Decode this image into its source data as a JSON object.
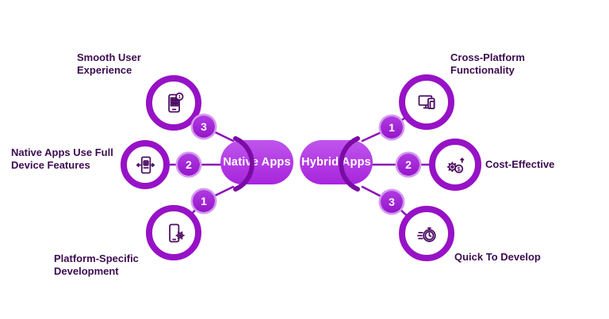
{
  "colors": {
    "accent": "#a82ae0",
    "ring": "#9712c6",
    "badge": "#a21ed3",
    "arc": "#7c0ba6",
    "line": "#8d12ba",
    "icon": "#4c0e63",
    "label": "#3c0c51"
  },
  "center": {
    "native_label": "Native Apps",
    "hybrid_label": "Hybrid Apps"
  },
  "left": [
    {
      "num": "3",
      "line1": "Smooth User",
      "line2": "Experience",
      "icon": "smartphone-apps-icon"
    },
    {
      "num": "2",
      "line1": "Native Apps Use Full",
      "line2": "Device Features",
      "icon": "phone-device-features-icon"
    },
    {
      "num": "1",
      "line1": "Platform-Specific",
      "line2": "Development",
      "icon": "phone-gear-icon"
    }
  ],
  "right": [
    {
      "num": "1",
      "line1": "Cross-Platform",
      "line2": "Functionality",
      "icon": "multi-device-icon"
    },
    {
      "num": "2",
      "line1": "Cost-Effective",
      "line2": "",
      "icon": "cost-gear-dollar-icon"
    },
    {
      "num": "3",
      "line1": "Quick To Develop",
      "line2": "",
      "icon": "stopwatch-icon"
    }
  ],
  "icons": {
    "smartphone_badge": "1",
    "coin_symbol": "$"
  }
}
